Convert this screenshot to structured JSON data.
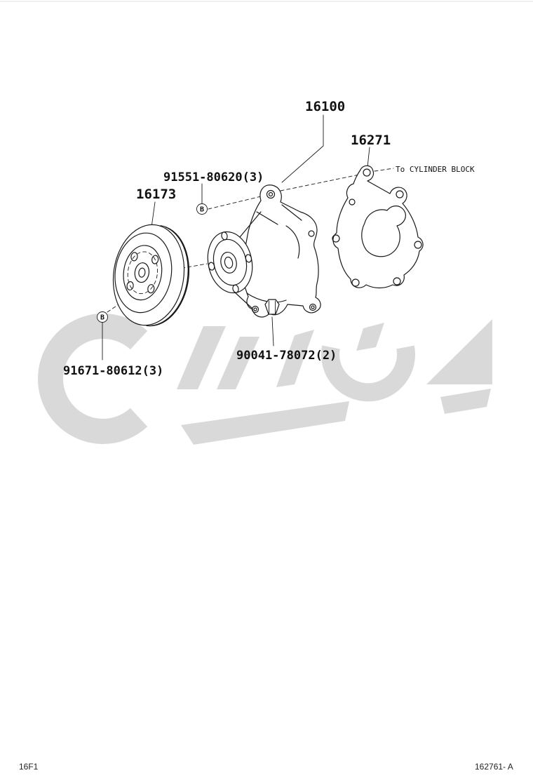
{
  "page": {
    "footer": {
      "left_code": "16F1",
      "right_code": "162761- A"
    }
  },
  "diagram": {
    "line_color": "#1a1a1a",
    "watermark_color": "#d9d9d9",
    "labels": {
      "water_pump_assembly": "16100",
      "gasket": "16271",
      "pump_bolt": "91551-80620(3)",
      "pulley": "16173",
      "cylinder_block_note": "To CYLINDER BLOCK",
      "pulley_bolt": "91671-80612(3)",
      "stud_nut": "90041-78072(2)",
      "fastener_marker": "B"
    }
  }
}
